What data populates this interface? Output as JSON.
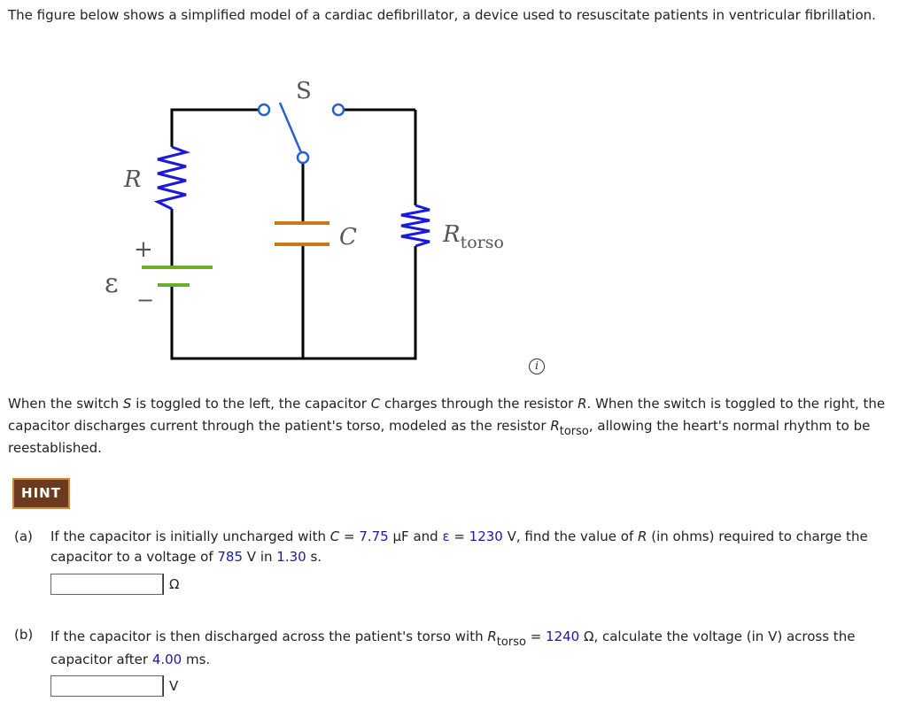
{
  "intro": "The figure below shows a simplified model of a cardiac defibrillator, a device used to resuscitate patients in ventricular fibrillation.",
  "figure": {
    "switch_label": "S",
    "resistor_label": "R",
    "capacitor_label": "C",
    "torso_label_main": "R",
    "torso_label_sub": "torso",
    "emf_label": "ε",
    "plus_label": "+",
    "minus_label": "−",
    "info_icon": "i",
    "colors": {
      "resistor": "#1a1adb",
      "capacitor": "#c8791a",
      "battery": "#6cad2f",
      "switch": "#2a5fcf",
      "wire": "#000000"
    }
  },
  "paragraph": {
    "p1": "When the switch ",
    "S": "S",
    "p2": " is toggled to the left, the capacitor ",
    "C": "C",
    "p3": " charges through the resistor ",
    "R": "R",
    "p4": ". When the switch is toggled to the right, the capacitor discharges current through the patient's torso, modeled as the resistor ",
    "Rt": "R",
    "Rt_sub": "torso",
    "p5": ", allowing the heart's normal rhythm to be reestablished."
  },
  "hint_label": "HINT",
  "qa": {
    "label": "(a)",
    "t1": "If the capacitor is initially uncharged with ",
    "C": "C",
    "t2": " = ",
    "C_val": "7.75",
    "t3": " µF and ",
    "emf": "ε",
    "t4": " = ",
    "emf_val": "1230",
    "t5": " V, find the value of ",
    "R": "R",
    "t6": " (in ohms) required to charge the capacitor to a voltage of ",
    "V_val": "785",
    "t7": " V in ",
    "t_val": "1.30",
    "t8": " s.",
    "unit": "Ω",
    "answer": ""
  },
  "qb": {
    "label": "(b)",
    "t1": "If the capacitor is then discharged across the patient's torso with ",
    "Rt": "R",
    "Rt_sub": "torso",
    "t2": " = ",
    "R_val": "1240",
    "t3": " Ω, calculate the voltage (in V) across the capacitor after ",
    "time_val": "4.00",
    "t4": " ms.",
    "unit": "V",
    "answer": ""
  }
}
